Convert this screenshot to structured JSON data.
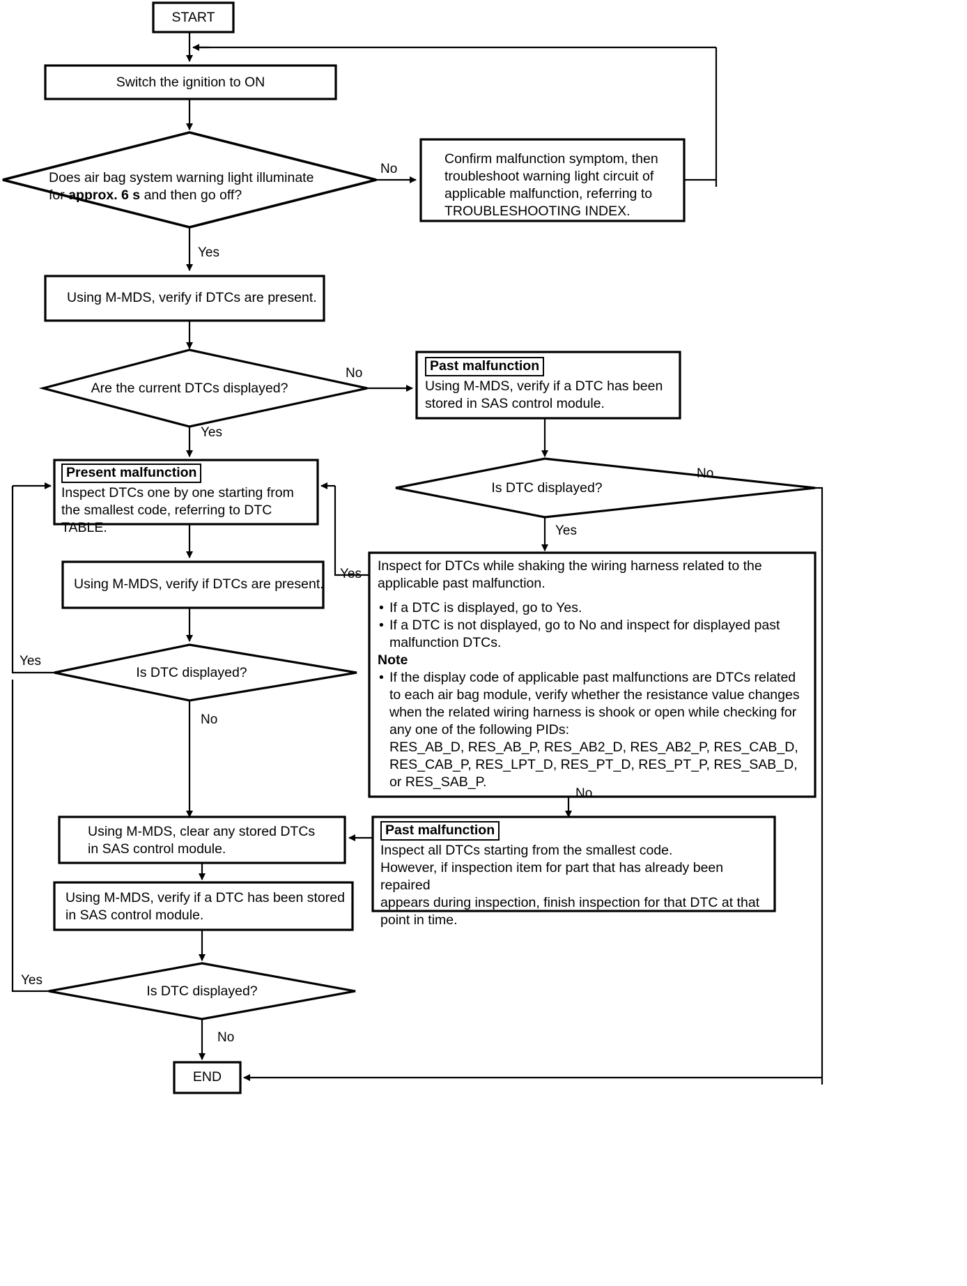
{
  "diagram": {
    "title": "Air bag system diagnostic flowchart",
    "type": "flowchart",
    "colors": {
      "line": "#000000",
      "background": "#ffffff",
      "text": "#000000"
    }
  },
  "nodes": {
    "start": {
      "shape": "terminator",
      "label": "START"
    },
    "ignition": {
      "shape": "process",
      "label": "Switch the ignition to ON"
    },
    "warning_light": {
      "shape": "decision",
      "line1_a": "Does air bag system warning light illuminate",
      "line2_a": "for ",
      "line2_bold": "approx. 6 s",
      "line2_b": " and then go off?"
    },
    "confirm_symptom": {
      "shape": "process",
      "lines": [
        "Confirm malfunction symptom, then",
        "troubleshoot warning light circuit of",
        "applicable malfunction, referring to",
        "TROUBLESHOOTING INDEX."
      ]
    },
    "verify_dtcs": {
      "shape": "process",
      "label": "Using M-MDS, verify if DTCs are present."
    },
    "current_dtcs": {
      "shape": "decision",
      "label": "Are the current DTCs displayed?"
    },
    "past_malfunction_top": {
      "shape": "process",
      "tag": "Past malfunction",
      "lines": [
        "Using M-MDS, verify if a DTC has been",
        "stored in SAS control module."
      ]
    },
    "is_dtc_displayed_top": {
      "shape": "decision",
      "label": "Is DTC displayed?"
    },
    "present_malfunction": {
      "shape": "process",
      "tag": "Present malfunction",
      "lines": [
        "Inspect DTCs one by one starting from",
        "the smallest code, referring to DTC TABLE."
      ]
    },
    "verify_dtcs_2": {
      "shape": "process",
      "label": "Using M-MDS, verify if DTCs are present."
    },
    "is_dtc_displayed_mid": {
      "shape": "decision",
      "label": "Is DTC displayed?"
    },
    "shake_harness": {
      "shape": "process",
      "intro": [
        "Inspect for DTCs while shaking the wiring harness related to the",
        "applicable past malfunction."
      ],
      "bullets": [
        [
          "If a DTC is displayed, go to Yes."
        ],
        [
          "If a DTC is not displayed, go to No and inspect for displayed past",
          "malfunction DTCs."
        ]
      ],
      "note_heading": "Note",
      "note_bullets": [
        [
          "If the display code of applicable past malfunctions are DTCs related",
          "to each air bag module, verify whether the resistance value changes",
          "when the related wiring harness is shook or open while checking for",
          "any one of the following PIDs:",
          "RES_AB_D, RES_AB_P, RES_AB2_D, RES_AB2_P, RES_CAB_D,",
          "RES_CAB_P, RES_LPT_D,  RES_PT_D, RES_PT_P, RES_SAB_D,",
          "or RES_SAB_P."
        ]
      ]
    },
    "clear_dtcs": {
      "shape": "process",
      "lines": [
        "Using M-MDS, clear any stored DTCs",
        "in SAS control module."
      ]
    },
    "past_malfunction_bottom": {
      "shape": "process",
      "tag": "Past malfunction",
      "lines": [
        "Inspect all DTCs starting from the smallest code.",
        "However, if inspection item for part that has already been repaired",
        "appears during inspection, finish inspection for that DTC at that",
        "point in time."
      ]
    },
    "verify_stored": {
      "shape": "process",
      "lines": [
        "Using M-MDS, verify if a DTC has been stored",
        "in SAS control module."
      ]
    },
    "is_dtc_displayed_bottom": {
      "shape": "decision",
      "label": "Is DTC displayed?"
    },
    "end": {
      "shape": "terminator",
      "label": "END"
    }
  },
  "edge_labels": {
    "no_1": "No",
    "yes_1": "Yes",
    "no_2": "No",
    "yes_2": "Yes",
    "no_3": "No",
    "yes_3": "Yes",
    "yes_4": "Yes",
    "yes_5": "Yes",
    "no_4": "No",
    "no_5": "No",
    "yes_6": "Yes",
    "no_6": "No"
  }
}
